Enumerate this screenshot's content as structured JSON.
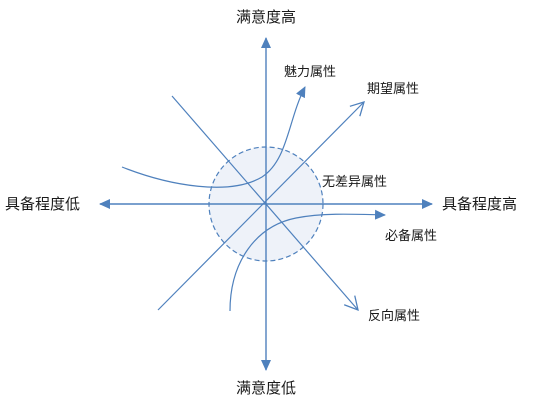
{
  "axes": {
    "top": "满意度高",
    "bottom": "满意度低",
    "left": "具备程度低",
    "right": "具备程度高"
  },
  "curves": {
    "attractive": "魅力属性",
    "one_dimensional": "期望属性",
    "indifferent": "无差异属性",
    "must_be": "必备属性",
    "reverse": "反向属性"
  },
  "colors": {
    "axis": "#4f81bd",
    "curve": "#4f81bd",
    "indifferent_fill": "#eef2f9",
    "indifferent_stroke": "#4f81bd",
    "text": "#1a1a1a"
  }
}
